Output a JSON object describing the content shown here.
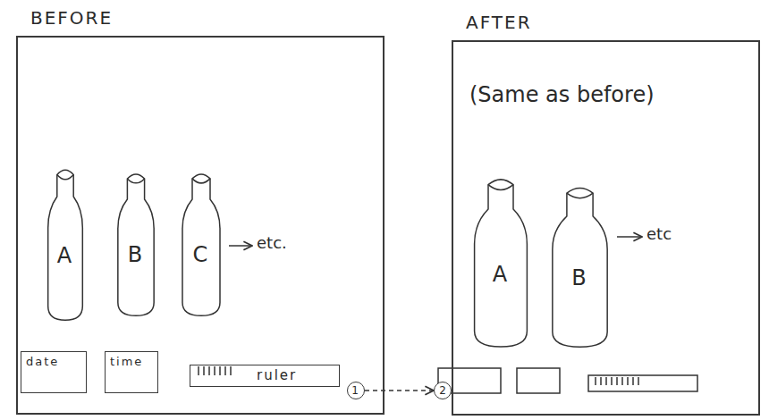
{
  "diagram": {
    "nodes": [
      {
        "text": [
          "BEFORE"
        ]
      },
      {
        "text": [
          "A"
        ],
        "in": 0
      },
      {
        "text": [
          "B"
        ],
        "in": 0
      },
      {
        "text": [
          "C"
        ],
        "in": 0
      },
      {
        "text": [
          "date"
        ],
        "in": 0
      },
      {
        "text": [
          "time"
        ],
        "in": 0
      },
      {
        "text": [
          "ruler"
        ],
        "in": 0
      },
      {
        "text": [
          "1"
        ],
        "in": 0
      },
      {
        "text": [
          "2"
        ]
      },
      {
        "text": [
          "AFTER",
          "(Same as before)"
        ]
      },
      {
        "text": [
          "A"
        ],
        "in": 9
      },
      {
        "text": [
          "B"
        ],
        "in": 9
      }
    ],
    "edges": [
      {
        "from": 7,
        "to": 8,
        "arrow": "to"
      }
    ],
    "labels": [
      "etc.",
      "etc"
    ]
  }
}
